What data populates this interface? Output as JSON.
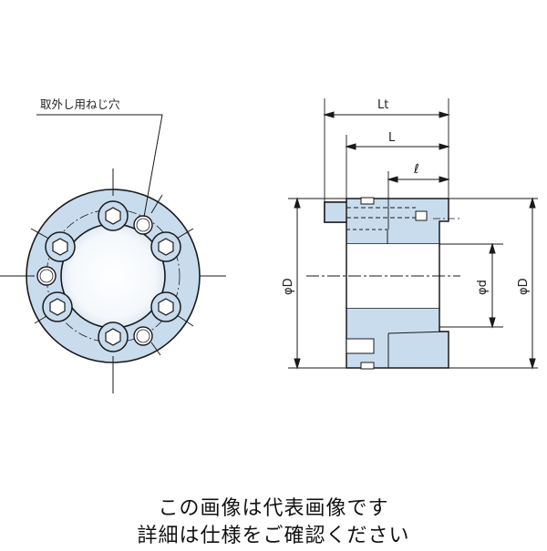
{
  "drawing": {
    "callout_label": "取外し用ねじ穴",
    "dim_Lt": "Lt",
    "dim_L": "L",
    "dim_l": "ℓ",
    "dim_phiD_left": "φD",
    "dim_phid": "φd",
    "dim_phiD_right": "φD"
  },
  "notice": {
    "line1": "この画像は代表画像です",
    "line2": "詳細は仕様をご確認ください"
  },
  "colors": {
    "part_fill": "#c9dcee",
    "line": "#1a1a1a",
    "bore": "#ffffff"
  }
}
